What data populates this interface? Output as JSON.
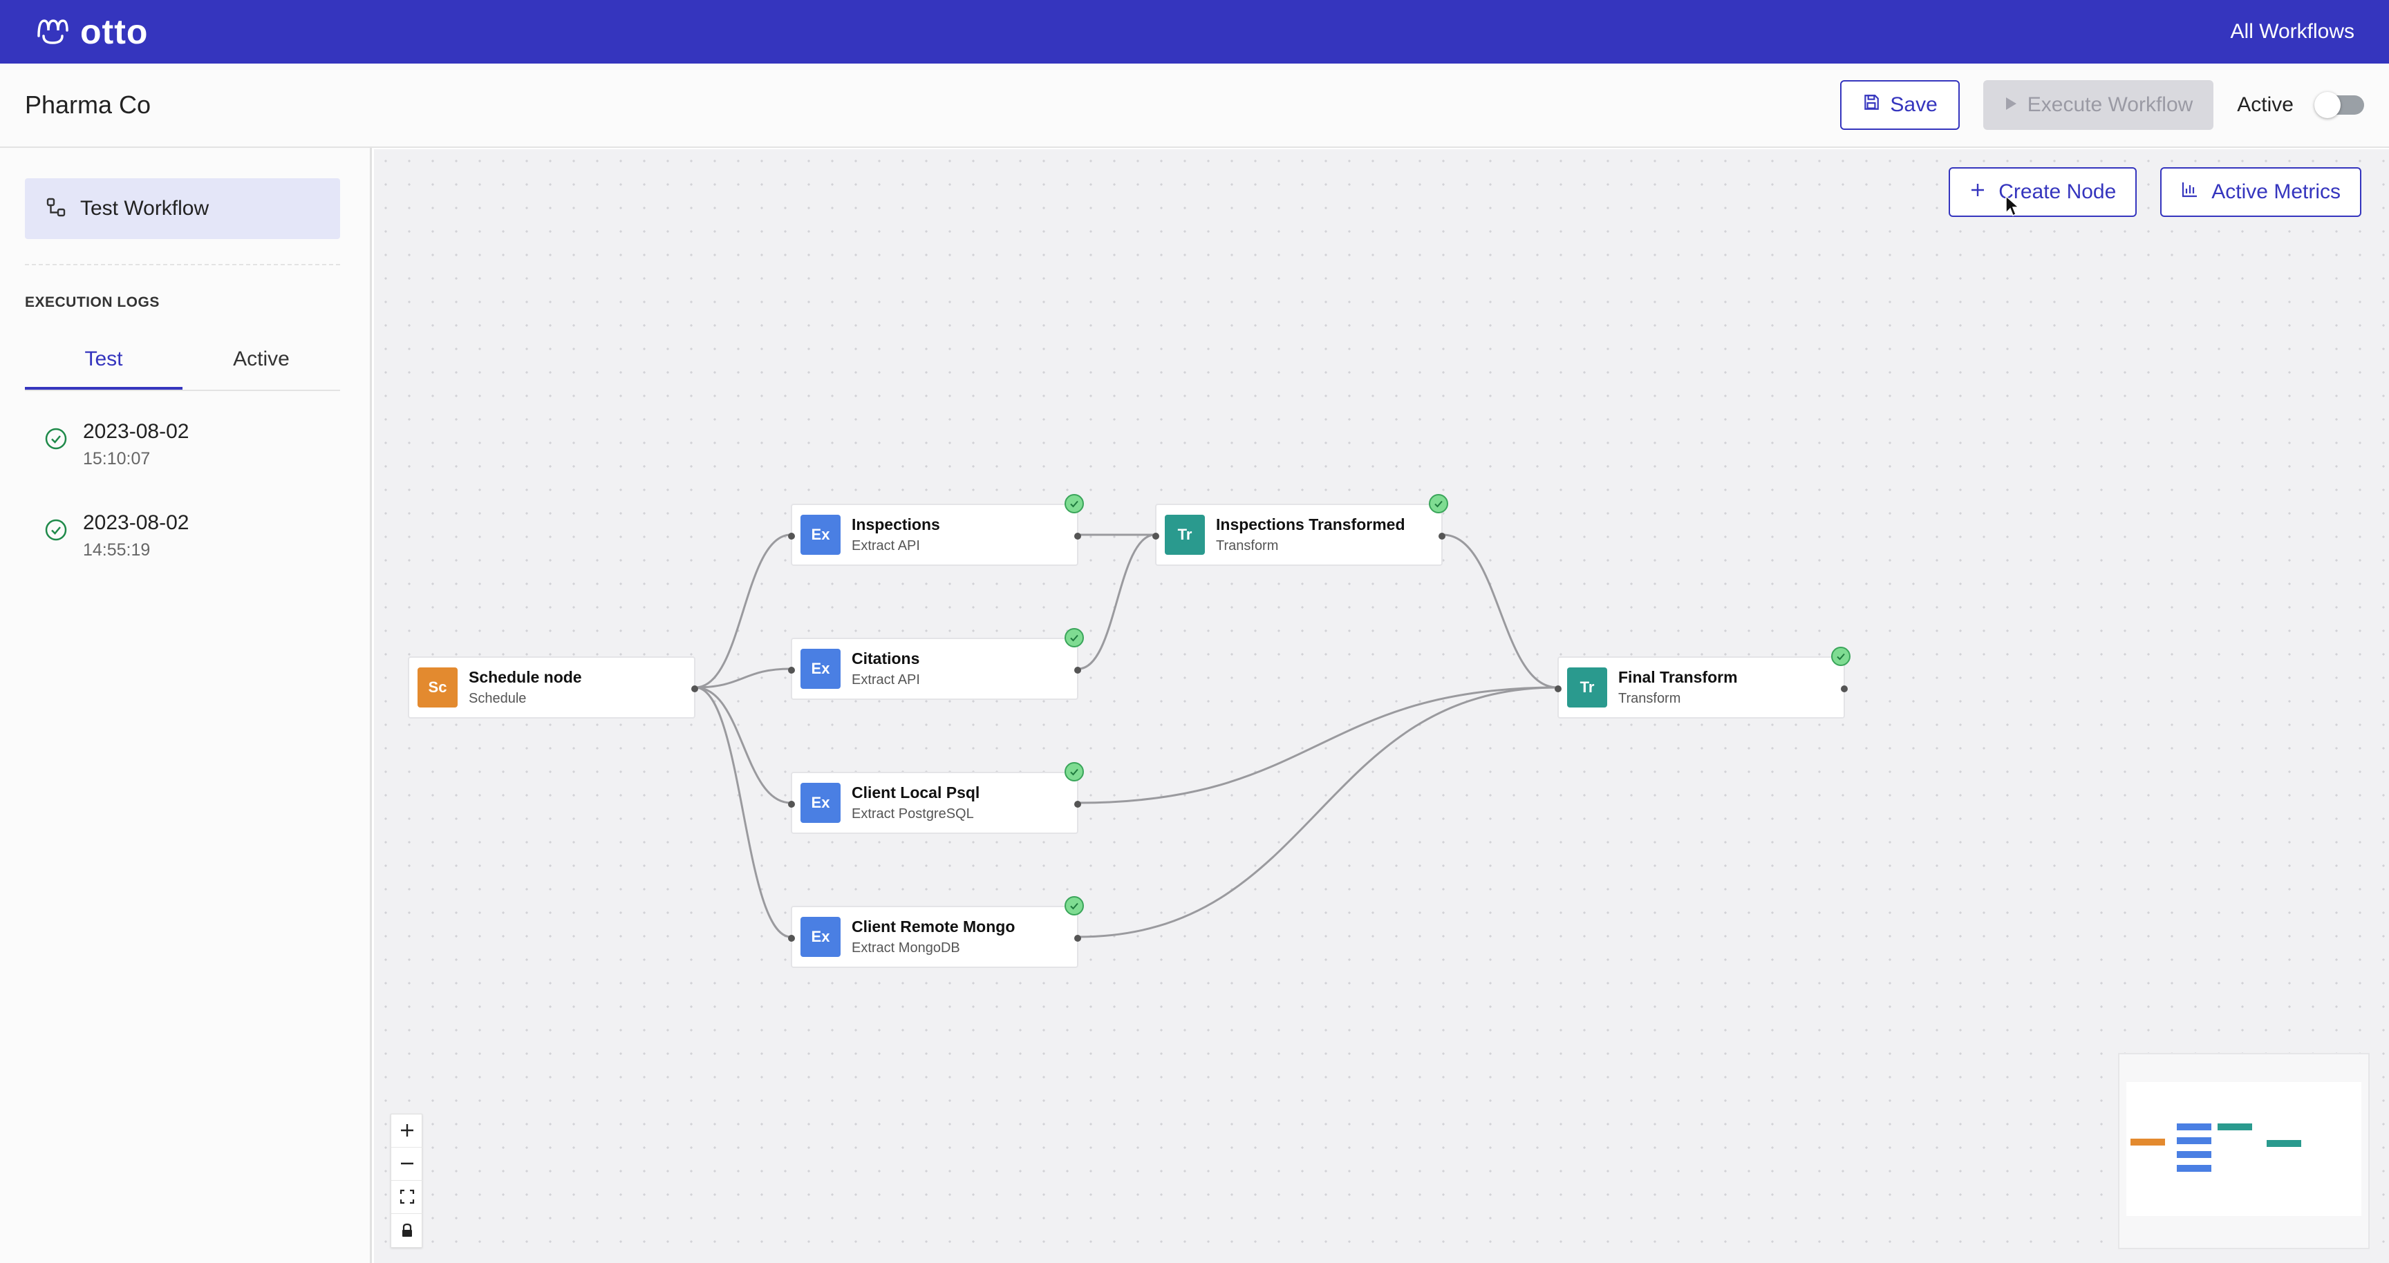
{
  "topnav": {
    "brand": "otto",
    "right_link": "All Workflows",
    "color": "#3535be"
  },
  "header": {
    "project_name": "Pharma Co",
    "save_label": "Save",
    "execute_label": "Execute Workflow",
    "active_label": "Active",
    "active_toggle_on": false
  },
  "sidebar": {
    "workflow_label": "Test Workflow",
    "exec_logs_title": "EXECUTION LOGS",
    "tabs": [
      {
        "label": "Test",
        "selected": true
      },
      {
        "label": "Active",
        "selected": false
      }
    ],
    "logs": [
      {
        "date": "2023-08-02",
        "time": "15:10:07",
        "status": "success"
      },
      {
        "date": "2023-08-02",
        "time": "14:55:19",
        "status": "success"
      }
    ]
  },
  "canvas": {
    "create_node_label": "Create Node",
    "active_metrics_label": "Active Metrics",
    "colors": {
      "schedule": "#e38a2f",
      "extract": "#4a7fe3",
      "transform": "#2a9a8e"
    },
    "nodes": [
      {
        "id": "schedule",
        "badge": "Sc",
        "title": "Schedule node",
        "type": "Schedule",
        "kind": "schedule",
        "status": null
      },
      {
        "id": "inspections",
        "badge": "Ex",
        "title": "Inspections",
        "type": "Extract API",
        "kind": "extract",
        "status": "success"
      },
      {
        "id": "citations",
        "badge": "Ex",
        "title": "Citations",
        "type": "Extract API",
        "kind": "extract",
        "status": "success"
      },
      {
        "id": "psql",
        "badge": "Ex",
        "title": "Client Local Psql",
        "type": "Extract PostgreSQL",
        "kind": "extract",
        "status": "success"
      },
      {
        "id": "mongo",
        "badge": "Ex",
        "title": "Client Remote Mongo",
        "type": "Extract MongoDB",
        "kind": "extract",
        "status": "success"
      },
      {
        "id": "insp_tr",
        "badge": "Tr",
        "title": "Inspections Transformed",
        "type": "Transform",
        "kind": "transform",
        "status": "success"
      },
      {
        "id": "final",
        "badge": "Tr",
        "title": "Final Transform",
        "type": "Transform",
        "kind": "transform",
        "status": "success"
      }
    ],
    "edges": [
      [
        "schedule",
        "inspections"
      ],
      [
        "schedule",
        "citations"
      ],
      [
        "schedule",
        "psql"
      ],
      [
        "schedule",
        "mongo"
      ],
      [
        "inspections",
        "insp_tr"
      ],
      [
        "citations",
        "insp_tr"
      ],
      [
        "insp_tr",
        "final"
      ],
      [
        "psql",
        "final"
      ],
      [
        "mongo",
        "final"
      ]
    ],
    "zoom_controls": [
      "zoom-in",
      "zoom-out",
      "fit-view",
      "lock"
    ]
  }
}
